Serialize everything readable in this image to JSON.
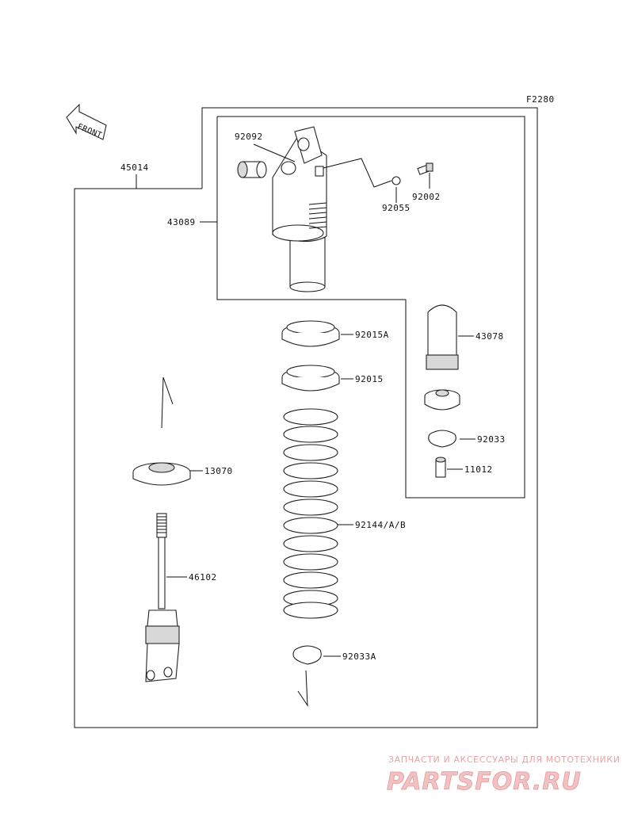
{
  "diagram_code": "F2280",
  "front_arrow_label": "FRONT",
  "parts": {
    "p45014": "45014",
    "p43089": "43089",
    "p92092": "92092",
    "p92055": "92055",
    "p92002": "92002",
    "p92015A": "92015A",
    "p92015": "92015",
    "p43078": "43078",
    "p92033": "92033",
    "p11012": "11012",
    "p13070": "13070",
    "p92144": "92144/A/B",
    "p46102": "46102",
    "p92033A": "92033A"
  },
  "watermark": {
    "tagline": "ЗАПЧАСТИ И АКСЕССУАРЫ ДЛЯ МОТОТЕХНИКИ",
    "logo": "PARTSFOR.RU",
    "colors": {
      "text": "#e8a4a4",
      "logo_fill": "#f2c2c2"
    }
  }
}
